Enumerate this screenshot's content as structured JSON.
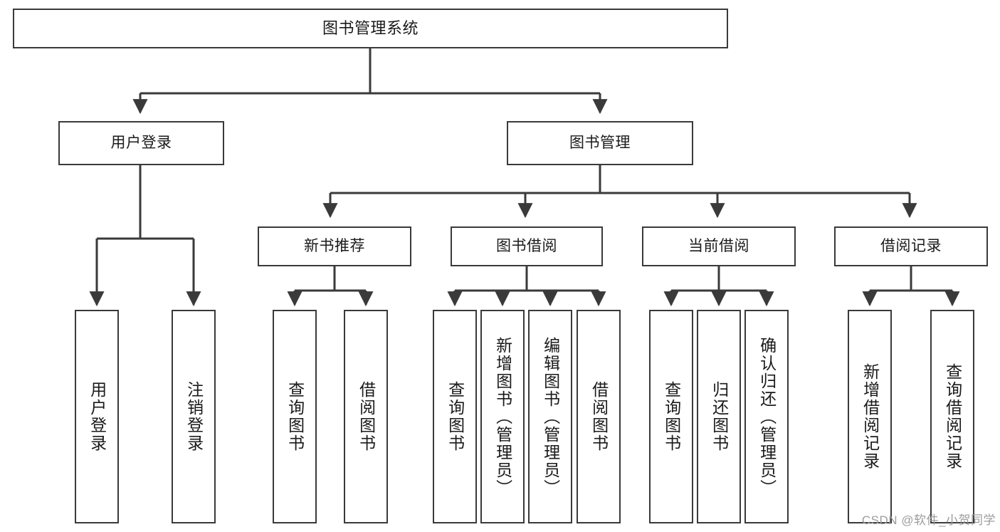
{
  "diagram": {
    "title": "图书管理系统",
    "type": "tree-hierarchy",
    "stroke_color": "#3a3a3a",
    "background_color": "#ffffff",
    "nodes": {
      "root": {
        "label": "图书管理系统"
      },
      "level2": [
        {
          "label": "用户登录"
        },
        {
          "label": "图书管理"
        }
      ],
      "level3": [
        {
          "label": "新书推荐"
        },
        {
          "label": "图书借阅"
        },
        {
          "label": "当前借阅"
        },
        {
          "label": "借阅记录"
        }
      ],
      "leaves": {
        "user_login": [
          {
            "label": "用户登录"
          },
          {
            "label": "注销登录"
          }
        ],
        "new_book_recommend": [
          {
            "label": "查询图书"
          },
          {
            "label": "借阅图书"
          }
        ],
        "book_borrow": [
          {
            "label": "查询图书"
          },
          {
            "label": "新增图书（管理员）"
          },
          {
            "label": "编辑图书（管理员）"
          },
          {
            "label": "借阅图书"
          }
        ],
        "current_borrow": [
          {
            "label": "查询图书"
          },
          {
            "label": "归还图书"
          },
          {
            "label": "确认归还（管理员）"
          }
        ],
        "borrow_record": [
          {
            "label": "新增借阅记录"
          },
          {
            "label": "查询借阅记录"
          }
        ]
      }
    }
  },
  "watermark": {
    "text": "CSDN @软件_小贺同学"
  }
}
